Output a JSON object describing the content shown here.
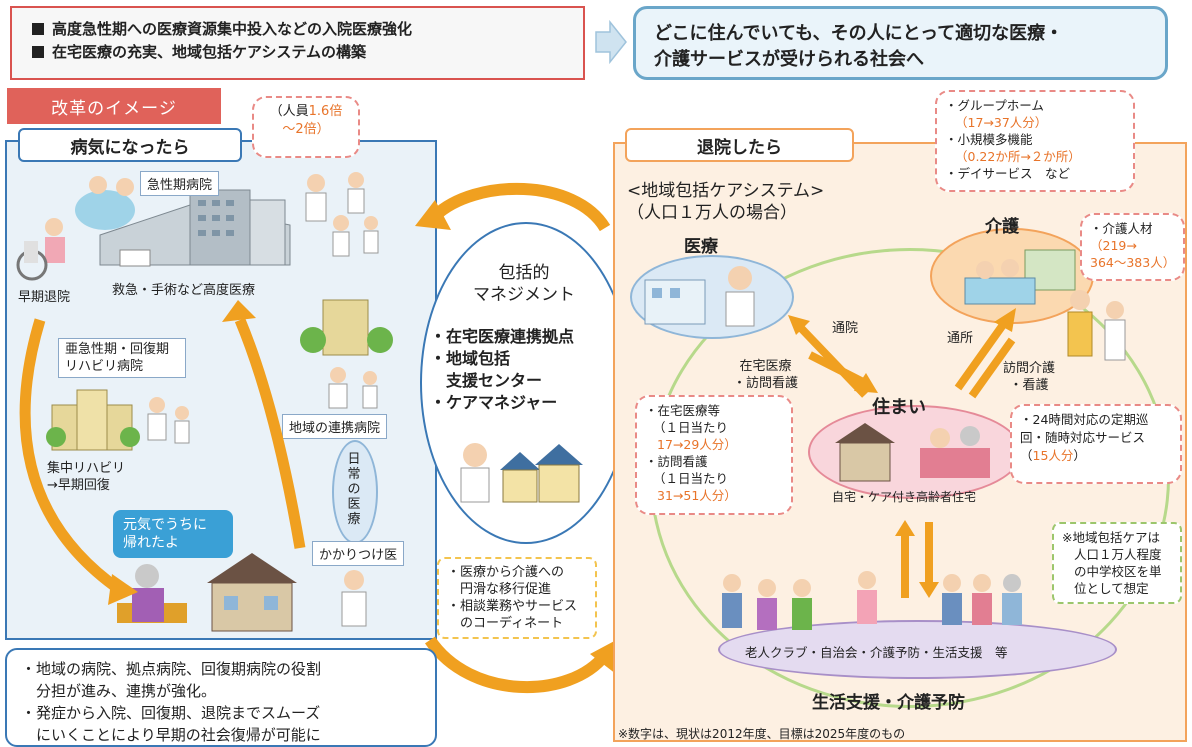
{
  "header": {
    "left_lines": [
      "高度急性期への医療資源集中投入などの入院医療強化",
      "在宅医療の充実、地域包括ケアシステムの構築"
    ],
    "right_lines": [
      "どこに住んでいても、その人にとって適切な医療・",
      "介護サービスが受けられる社会へ"
    ],
    "reform_tag": "改革のイメージ"
  },
  "left": {
    "title": "病気になったら",
    "staff_note": {
      "line1_pre": "（人員",
      "line1_val": "1.6倍",
      "line2": "～2倍）"
    },
    "acute_hospital": "急性期病院",
    "acute_caption": "救急・手術など高度医療",
    "early_discharge": "早期退院",
    "subacute": [
      "亜急性期・回復期",
      "リハビリ病院"
    ],
    "rehab": [
      "集中リハビリ",
      "→早期回復"
    ],
    "community_hospital": "地域の連携病院",
    "daily_care": "日常の医療",
    "family_doctor": "かかりつけ医",
    "speech": [
      "元気でうちに",
      "帰れたよ"
    ],
    "bottom_lines": [
      "・地域の病院、拠点病院、回復期病院の役割",
      "　分担が進み、連携が強化。",
      "・発症から入院、回復期、退院までスムーズ",
      "　にいくことにより早期の社会復帰が可能に"
    ]
  },
  "center": {
    "title": [
      "包括的",
      "マネジメント"
    ],
    "items": [
      "・在宅医療連携拠点",
      "・地域包括",
      "　支援センター",
      "・ケアマネジャー"
    ],
    "note": [
      "・医療から介護への",
      "　円滑な移行促進",
      "・相談業務やサービス",
      "　のコーディネート"
    ]
  },
  "right": {
    "title": "退院したら",
    "system": [
      "<地域包括ケアシステム>",
      "（人口１万人の場合）"
    ],
    "medical": "医療",
    "care": "介護",
    "housing": "住まい",
    "housing_caption": "自宅・ケア付き高齢者住宅",
    "visit": "通院",
    "home_medical": [
      "在宅医療",
      "・訪問看護"
    ],
    "outpatient": "通所",
    "home_care": [
      "訪問介護",
      "・看護"
    ],
    "life_support": "生活支援・介護予防",
    "clubs": "老人クラブ・自治会・介護予防・生活支援　等",
    "services_note": {
      "group_home": "・グループホーム",
      "group_home_val": "（17→37人分）",
      "small_multi": "・小規模多機能",
      "small_multi_val": "（0.22か所→２か所）",
      "day_service": "・デイサービス　など"
    },
    "care_staff": {
      "label": "・介護人材",
      "val1": "（219→",
      "val2": "364～383人）"
    },
    "home_med_note": {
      "l1": "・在宅医療等",
      "l2": "（１日当たり",
      "l3": "17→29人分）",
      "l4": "・訪問看護",
      "l5": "（１日当たり",
      "l6": "31→51人分）"
    },
    "h24_note": {
      "l1": "・24時間対応の定期巡",
      "l2": "回・随時対応サービス",
      "l3_pre": "（",
      "l3_val": "15人分",
      "l3_post": "）"
    },
    "area_note": [
      "※地域包括ケアは",
      "人口１万人程度",
      "の中学校区を単",
      "位として想定"
    ]
  },
  "footnote": "※数字は、現状は2012年度、目標は2025年度のもの",
  "colors": {
    "red": "#d9534f",
    "blue": "#3a78b5",
    "orange": "#f3a35b",
    "accent": "#e8742a"
  }
}
